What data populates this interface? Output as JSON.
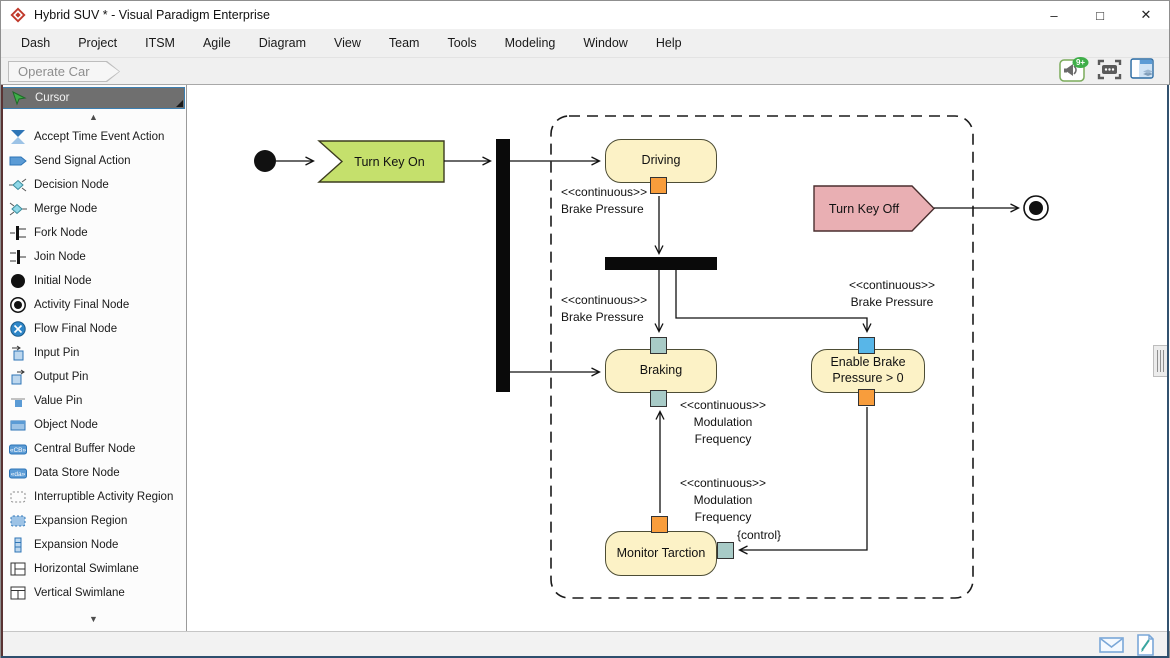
{
  "window": {
    "title": "Hybrid SUV * - Visual Paradigm Enterprise",
    "controls": {
      "minimize": "–",
      "maximize": "□",
      "close": "✕"
    }
  },
  "menu": {
    "items": [
      "Dash",
      "Project",
      "ITSM",
      "Agile",
      "Diagram",
      "View",
      "Team",
      "Tools",
      "Modeling",
      "Window",
      "Help"
    ]
  },
  "tabs": {
    "active": "Operate Car"
  },
  "toolbar": {
    "notification_badge": "9+"
  },
  "palette": {
    "selected_tool": "Cursor",
    "items": [
      "Accept Time Event Action",
      "Send Signal Action",
      "Decision Node",
      "Merge Node",
      "Fork Node",
      "Join Node",
      "Initial Node",
      "Activity Final Node",
      "Flow Final Node",
      "Input Pin",
      "Output Pin",
      "Value Pin",
      "Object Node",
      "Central Buffer Node",
      "Data Store Node",
      "Interruptible Activity Region",
      "Expansion Region",
      "Expansion Node",
      "Horizontal Swimlane",
      "Vertical Swimlane"
    ]
  },
  "diagram": {
    "nodes": {
      "turn_key_on": "Turn Key On",
      "driving": "Driving",
      "turn_key_off": "Turn Key Off",
      "braking": "Braking",
      "enable_brake_line1": "Enable Brake",
      "enable_brake_line2": "Pressure > 0",
      "monitor_tarction": "Monitor Tarction"
    },
    "labels": {
      "continuous": "<<continuous>>",
      "brake_pressure": "Brake Pressure",
      "modulation": "Modulation",
      "frequency": "Frequency",
      "control": "{control}"
    }
  },
  "colors": {
    "node-fill": "#FCF2C6",
    "signal-green": "#C5E06C",
    "signal-pink": "#E9AFB3",
    "pin-orange": "#F89D3C",
    "pin-teal": "#A8CBC7",
    "pin-blue": "#58B6E8",
    "select-blue": "#3C7FB1"
  }
}
